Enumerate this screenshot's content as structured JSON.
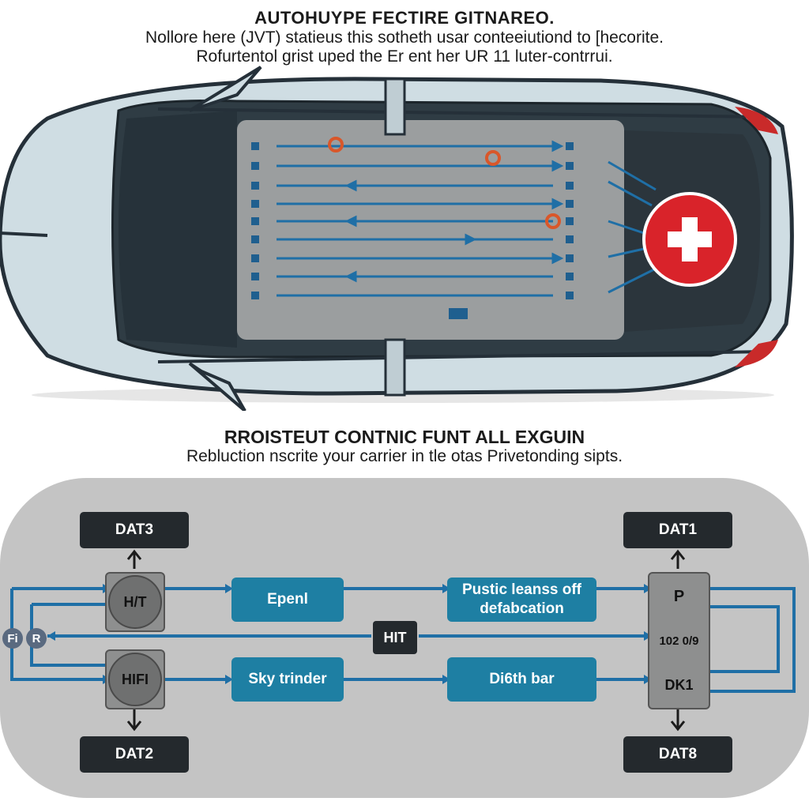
{
  "header": {
    "title": "AUTOHUYPE FECTIRE GITNAREO.",
    "line1": "Nollore here (JVT) statieus this sotheth usar conteeiutiond to [hecorite.",
    "line2": "Rofurtentol grist uped the Er ent her UR 11 luter-contrrui."
  },
  "section2": {
    "title": "RROISTEUT CONTNIC FUNT ALL EXGUIN",
    "line": "Rebluction nscrite your carrier in tle otas Privetonding sipts."
  },
  "diagram": {
    "dat3": "DAT3",
    "dat1": "DAT1",
    "dat2": "DAT2",
    "dat8": "DAT8",
    "hit_top": "H/T",
    "hifi": "HIFI",
    "epenl": "Epenl",
    "sky": "Sky trinder",
    "pustic": "Pustic leanss off defabcation",
    "dioth": "Di6th bar",
    "hit_mid": "HIT",
    "right_top": "P",
    "right_mid": "102 0/9",
    "right_bot": "DK1",
    "left_circle_1": "Fi",
    "left_circle_2": "R"
  },
  "colors": {
    "accent_blue": "#1e7fa3",
    "line_blue": "#2a7fb6",
    "dark_box": "#24292d",
    "car_body": "#cfdde3",
    "red_cross": "#d9232a"
  },
  "icons": [
    "red-cross-icon",
    "arrow-icon"
  ]
}
